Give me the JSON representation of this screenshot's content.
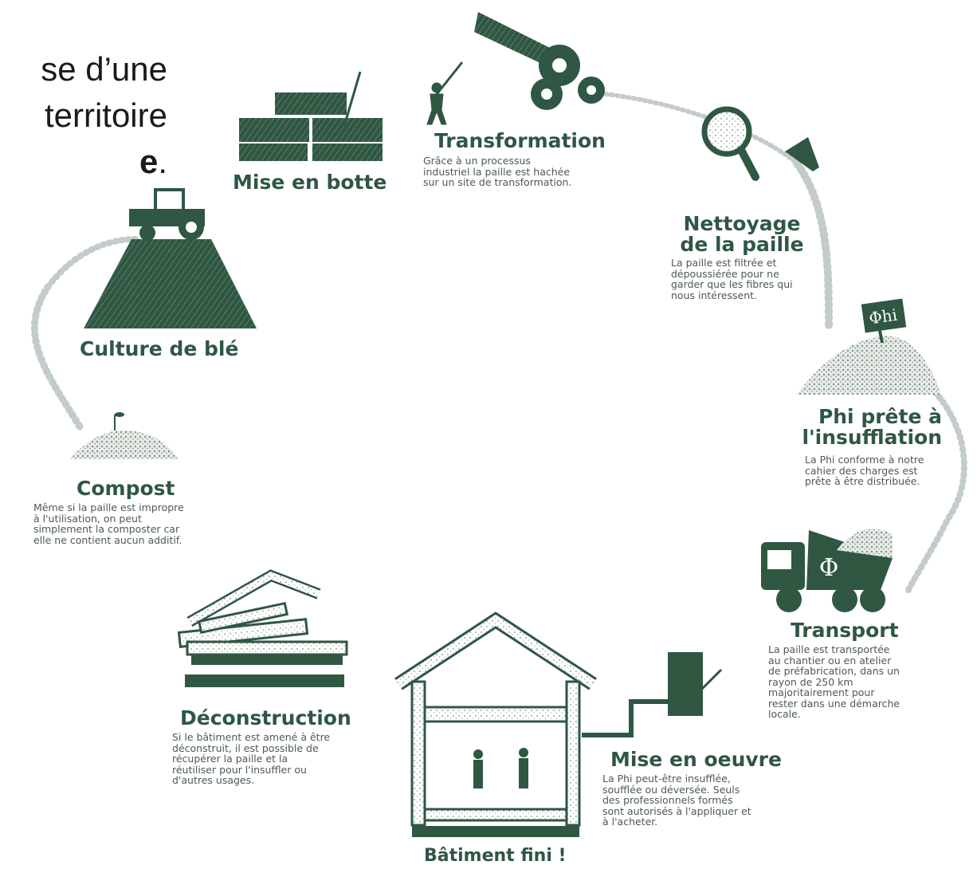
{
  "headline": {
    "line1": "se d’une",
    "line2": "territoire",
    "line3": "e",
    "line3_end": "."
  },
  "colors": {
    "primary": "#2f5742",
    "text": "#4d5a52",
    "grain": "#b9c2bc"
  },
  "steps": [
    {
      "id": "mise-en-botte",
      "title": [
        "Mise en botte"
      ],
      "desc": [],
      "icon": "hay-bales-icon"
    },
    {
      "id": "transformation",
      "title": [
        "Transformation"
      ],
      "desc": [
        "Grâce à un processus",
        "industriel la paille est hachée",
        "sur un site de transformation."
      ],
      "icon": "gears-icon"
    },
    {
      "id": "nettoyage",
      "title": [
        "Nettoyage",
        "de la paille"
      ],
      "desc": [
        "La paille est filtrée et",
        "dépoussiérée pour ne",
        "garder que les fibres qui",
        "nous intéressent."
      ],
      "icon": "magnifier-icon"
    },
    {
      "id": "phi-prete",
      "title": [
        "Phi prête à",
        "l'insufflation"
      ],
      "desc": [
        "La Phi conforme à notre",
        "cahier des charges est",
        "prête à être distribuée."
      ],
      "icon": "straw-pile-flag-icon",
      "flag_label": "Φhi"
    },
    {
      "id": "transport",
      "title": [
        "Transport"
      ],
      "desc": [
        "La paille est transportée",
        "au chantier ou en atelier",
        "de préfabrication, dans un",
        "rayon de 250 km",
        "majoritairement pour",
        "rester dans une démarche",
        "locale."
      ],
      "icon": "truck-icon",
      "truck_label": "Φ"
    },
    {
      "id": "mise-en-oeuvre",
      "title": [
        "Mise en oeuvre"
      ],
      "desc": [
        "La Phi peut-être insufflée,",
        "soufflée ou déversée. Seuls",
        "des professionnels formés",
        "sont autorisés à l'appliquer et",
        "à l'acheter."
      ],
      "icon": "blower-icon"
    },
    {
      "id": "batiment-fini",
      "title": [
        "Bâtiment fini !"
      ],
      "desc": [],
      "icon": "house-icon"
    },
    {
      "id": "deconstruction",
      "title": [
        "Déconstruction"
      ],
      "desc": [
        "Si le bâtiment est amené à être",
        "déconstruit, il est possible de",
        "récupérer la paille et la",
        "réutiliser pour l'insuffler ou",
        "d'autres usages."
      ],
      "icon": "broken-house-icon"
    },
    {
      "id": "compost",
      "title": [
        "Compost"
      ],
      "desc": [
        "Même si la paille est impropre",
        "à l'utilisation, on peut",
        "simplement la composter car",
        "elle ne contient aucun additif."
      ],
      "icon": "compost-icon"
    },
    {
      "id": "culture-de-ble",
      "title": [
        "Culture de blé"
      ],
      "desc": [],
      "icon": "tractor-field-icon"
    }
  ]
}
